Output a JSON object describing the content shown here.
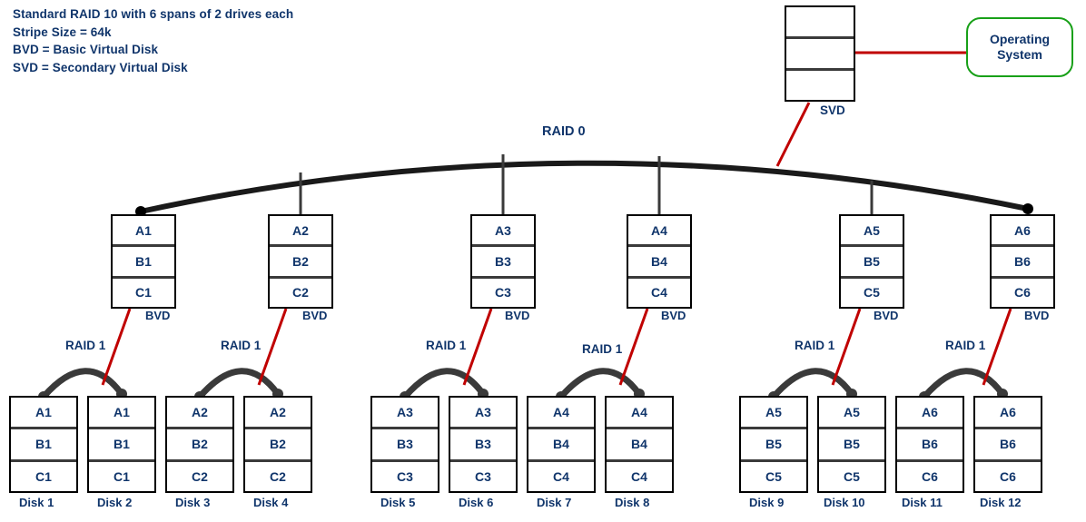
{
  "legend": {
    "lines": [
      "Standard RAID 10 with 6 spans of 2 drives each",
      "Stripe Size = 64k",
      "BVD = Basic Virtual Disk",
      "SVD = Secondary Virtual Disk"
    ]
  },
  "colors": {
    "text_blue": "#10356b",
    "box_border": "#000000",
    "cell_divider": "#3a3a3a",
    "raid_arc": "#1a1a1a",
    "red_link": "#c00000",
    "os_border": "#18a018",
    "background": "#ffffff"
  },
  "top": {
    "svd_label": "SVD",
    "svd_segments": [
      "",
      "",
      ""
    ],
    "os_label_line1": "Operating",
    "os_label_line2": "System"
  },
  "raid0": {
    "label": "RAID 0"
  },
  "bvd": {
    "label": "BVD",
    "boxes": [
      {
        "name": "bvd-1",
        "cells": [
          "A1",
          "B1",
          "C1"
        ]
      },
      {
        "name": "bvd-2",
        "cells": [
          "A2",
          "B2",
          "C2"
        ]
      },
      {
        "name": "bvd-3",
        "cells": [
          "A3",
          "B3",
          "C3"
        ]
      },
      {
        "name": "bvd-4",
        "cells": [
          "A4",
          "B4",
          "C4"
        ]
      },
      {
        "name": "bvd-5",
        "cells": [
          "A5",
          "B5",
          "C5"
        ]
      },
      {
        "name": "bvd-6",
        "cells": [
          "A6",
          "B6",
          "C6"
        ]
      }
    ]
  },
  "raid1": {
    "label": "RAID 1",
    "spans": [
      "span-1",
      "span-2",
      "span-3",
      "span-4",
      "span-5",
      "span-6"
    ]
  },
  "disks": [
    {
      "label": "Disk 1",
      "cells": [
        "A1",
        "B1",
        "C1"
      ]
    },
    {
      "label": "Disk 2",
      "cells": [
        "A1",
        "B1",
        "C1"
      ]
    },
    {
      "label": "Disk 3",
      "cells": [
        "A2",
        "B2",
        "C2"
      ]
    },
    {
      "label": "Disk 4",
      "cells": [
        "A2",
        "B2",
        "C2"
      ]
    },
    {
      "label": "Disk 5",
      "cells": [
        "A3",
        "B3",
        "C3"
      ]
    },
    {
      "label": "Disk 6",
      "cells": [
        "A3",
        "B3",
        "C3"
      ]
    },
    {
      "label": "Disk 7",
      "cells": [
        "A4",
        "B4",
        "C4"
      ]
    },
    {
      "label": "Disk 8",
      "cells": [
        "A4",
        "B4",
        "C4"
      ]
    },
    {
      "label": "Disk 9",
      "cells": [
        "A5",
        "B5",
        "C5"
      ]
    },
    {
      "label": "Disk 10",
      "cells": [
        "A5",
        "B5",
        "C5"
      ]
    },
    {
      "label": "Disk 11",
      "cells": [
        "A6",
        "B6",
        "C6"
      ]
    },
    {
      "label": "Disk 12",
      "cells": [
        "A6",
        "B6",
        "C6"
      ]
    }
  ]
}
